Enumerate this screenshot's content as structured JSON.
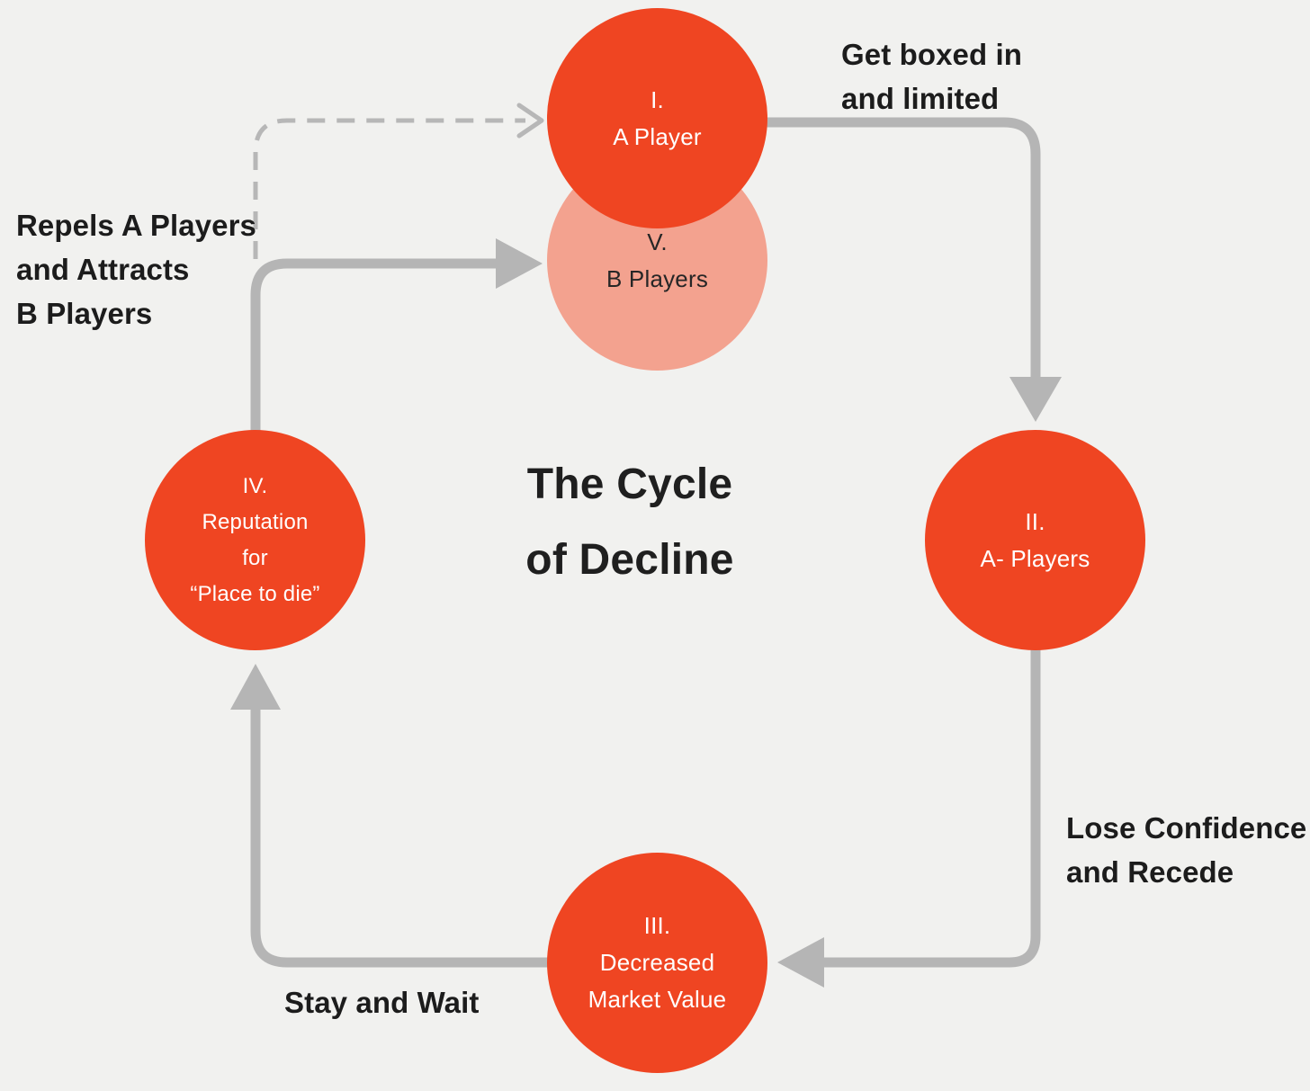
{
  "title": {
    "lines": [
      "The Cycle",
      "of Decline"
    ]
  },
  "nodes": {
    "i": {
      "lines": [
        "I.",
        "A Player"
      ]
    },
    "v": {
      "lines": [
        "V.",
        "B Players"
      ]
    },
    "ii": {
      "lines": [
        "II.",
        "A- Players"
      ]
    },
    "iii": {
      "lines": [
        "III.",
        "Decreased",
        "Market Value"
      ]
    },
    "iv": {
      "lines": [
        "IV.",
        "Reputation",
        "for",
        "“Place to die”"
      ]
    }
  },
  "edge_labels": {
    "get_boxed": {
      "lines": [
        "Get boxed in",
        "and limited"
      ]
    },
    "lose_confidence": {
      "lines": [
        "Lose Confidence",
        "and Recede"
      ]
    },
    "stay_and_wait": {
      "lines": [
        "Stay and Wait"
      ]
    },
    "repels": {
      "lines": [
        "Repels A Players",
        "and Attracts",
        "B Players"
      ]
    }
  },
  "colors": {
    "background": "#F1F1EF",
    "node_primary": "#EF4522",
    "node_secondary": "#F3A28F",
    "arrow_gray": "#B5B5B5",
    "dashed_gray": "#B7B7B7",
    "text_dark": "#1C1C1C",
    "text_light": "#FFFFFF"
  }
}
